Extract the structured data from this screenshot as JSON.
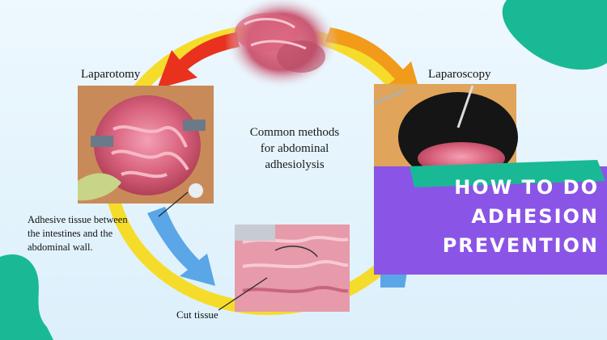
{
  "diagram": {
    "labels": {
      "laparotomy": "Laparotomy",
      "laparoscopy": "Laparoscopy",
      "center_line1": "Common methods",
      "center_line2": "for abdominal",
      "center_line3": "adhesiolysis",
      "adhesive_line1": "Adhesive tissue between",
      "adhesive_line2": "the intestines and the",
      "adhesive_line3": "abdominal wall.",
      "cut_tissue": "Cut tissue"
    },
    "colors": {
      "ring_yellow": "#f5dc2a",
      "arrow_red": "#e8321e",
      "arrow_orange": "#f29a1a",
      "arrow_blue": "#5aa6e6",
      "banner_purple": "#8a55e6",
      "shape_teal": "#19b995"
    }
  },
  "headline": {
    "line1": "HOW TO DO",
    "line2": "ADHESION",
    "line3": "PREVENTION"
  }
}
